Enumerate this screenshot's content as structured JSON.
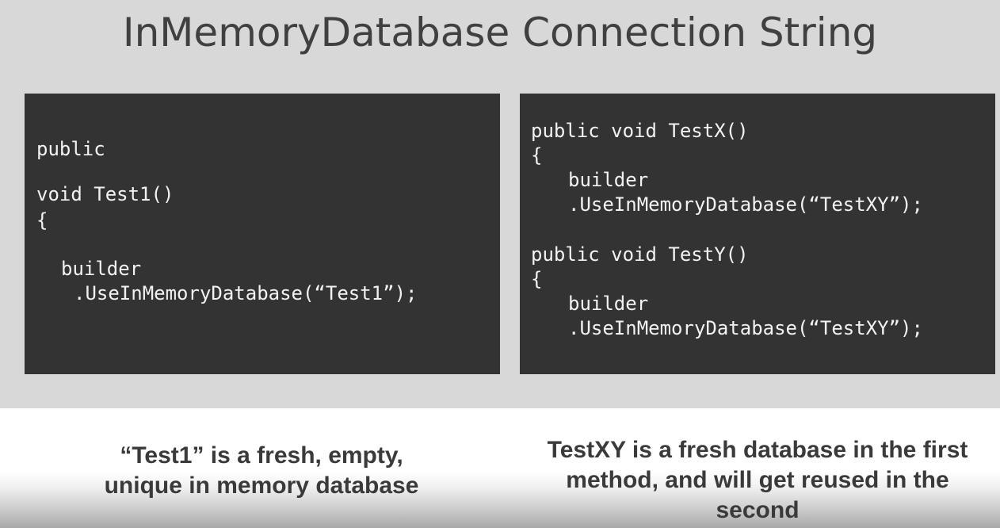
{
  "title": "InMemoryDatabase Connection String",
  "left_panel": {
    "lines": [
      "public",
      "void Test1()",
      "{",
      "builder",
      ".UseInMemoryDatabase(“Test1”);"
    ]
  },
  "right_panel": {
    "lines": [
      "public void TestX()",
      "{",
      "builder",
      ".UseInMemoryDatabase(“TestXY”);",
      "public void TestY()",
      "{",
      "builder",
      ".UseInMemoryDatabase(“TestXY”);"
    ]
  },
  "captions": {
    "left_line1": "“Test1” is a fresh, empty,",
    "left_line2": "unique in memory database",
    "right_line1": "TestXY is a fresh database in the first",
    "right_line2": "method, and will get reused in the",
    "right_line3": "second"
  }
}
